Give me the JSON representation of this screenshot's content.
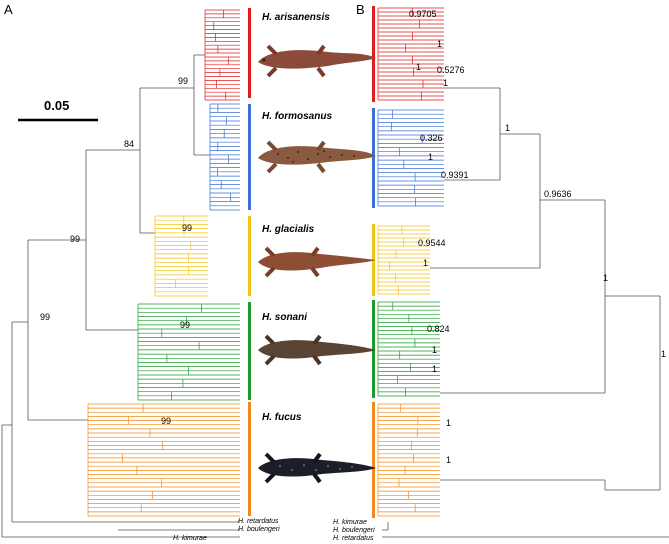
{
  "panels": {
    "a": "A",
    "b": "B"
  },
  "scale_bar": {
    "label": "0.05"
  },
  "clades": [
    {
      "key": "arisanensis",
      "name": "H. arisanensis",
      "color": "#e21b1b",
      "species_hint": "red-brown salamander"
    },
    {
      "key": "formosanus",
      "name": "H. formosanus",
      "color": "#3a6fd8"
    },
    {
      "key": "glacialis",
      "name": "H. glacialis",
      "color": "#f2c318"
    },
    {
      "key": "sonani",
      "name": "H. sonani",
      "color": "#1e9a2e"
    },
    {
      "key": "fucus",
      "name": "H. fucus",
      "color": "#f08a1c"
    }
  ],
  "tree_a": {
    "supports": {
      "arisanensis_formosanus": "99",
      "plus_glacialis": "84",
      "glacialis": "99",
      "sonani": "99",
      "fucus": "99",
      "ingroup_a": "99",
      "ingroup_b": "99"
    },
    "outgroups": [
      "H. retardatus",
      "H. boulengeri",
      "H. kimurae"
    ]
  },
  "tree_b": {
    "supports": {
      "ari_1": "0.9705",
      "ari_2": "1",
      "ari_3": "1",
      "ari_4": "0.5276",
      "ari_root": "1",
      "for_1": "0.326",
      "for_2": "1",
      "for_3": "0.9391",
      "ari_for": "1",
      "gla_1": "0.9544",
      "gla_2": "1",
      "top3": "0.9636",
      "son_1": "0.824",
      "son_2": "1",
      "son_3": "1",
      "fuc_1": "1",
      "fuc_2": "1",
      "ingroup": "1",
      "root": "1"
    },
    "outgroups": [
      "H. kimurae",
      "H. boulengeri",
      "H. retardatus"
    ]
  }
}
